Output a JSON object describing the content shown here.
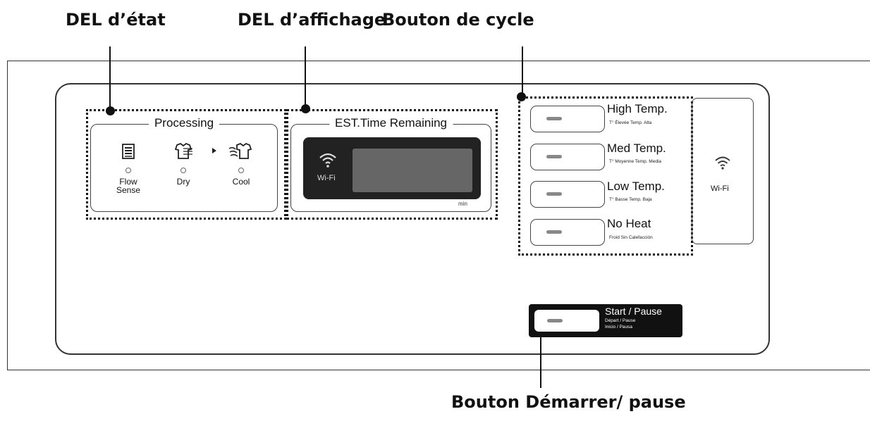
{
  "callouts": {
    "status_led": "DEL d’état",
    "display_led": "DEL d’affichage",
    "cycle_button": "Bouton de cycle",
    "start_button": "Bouton Démarrer/ pause"
  },
  "processing": {
    "title": "Processing",
    "leds": [
      {
        "label": "Flow Sense",
        "icon": "flow-sense-icon"
      },
      {
        "label": "Dry",
        "icon": "dry-shirt-icon"
      },
      {
        "label": "Cool",
        "icon": "cool-wind-icon"
      }
    ]
  },
  "display": {
    "title": "EST.Time Remaining",
    "wifi_label": "Wi-Fi",
    "unit": "min"
  },
  "cycles": [
    {
      "name": "High Temp.",
      "sub": "T° Élevée  Temp. Alta"
    },
    {
      "name": "Med Temp.",
      "sub": "T° Moyenne  Temp. Media"
    },
    {
      "name": "Low Temp.",
      "sub": "T° Basse  Temp. Baja"
    },
    {
      "name": "No Heat",
      "sub": "Froid  Sin Calefacción"
    }
  ],
  "wifi_button": {
    "label": "Wi-Fi",
    "icon": "wifi-icon"
  },
  "start_pause": {
    "label": "Start / Pause",
    "sub_fr": "Départ / Pause",
    "sub_es": "Inicio / Pausa"
  },
  "colors": {
    "ink": "#111111",
    "display_bg": "#222222",
    "display_screen": "#666666"
  }
}
